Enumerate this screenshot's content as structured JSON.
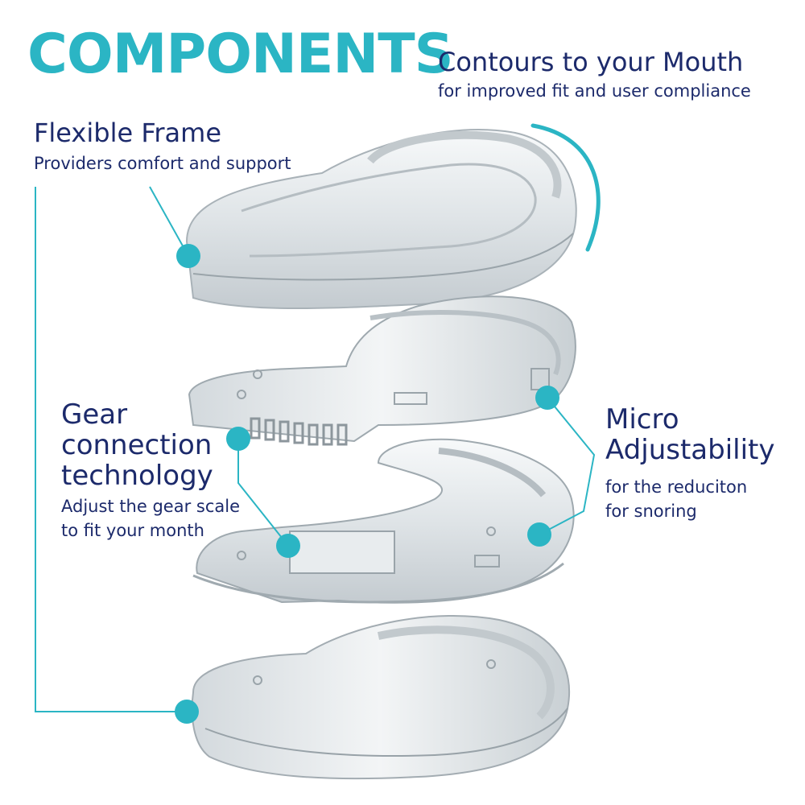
{
  "colors": {
    "accent": "#2bb5c4",
    "text": "#1c2a6b"
  },
  "title": "COMPONENTS",
  "callouts": {
    "contours": {
      "heading": "Contours to your Mouth",
      "sub": "for improved fit and user compliance"
    },
    "frame": {
      "heading": "Flexible Frame",
      "sub": "Providers comfort and support"
    },
    "gear": {
      "heading_lines": [
        "Gear",
        "connection",
        "technology"
      ],
      "sub_lines": [
        "Adjust the gear scale",
        "to fit your month"
      ]
    },
    "micro": {
      "heading_lines": [
        "Micro",
        "Adjustability"
      ],
      "sub_lines": [
        "for the reduciton",
        "for snoring"
      ]
    }
  }
}
